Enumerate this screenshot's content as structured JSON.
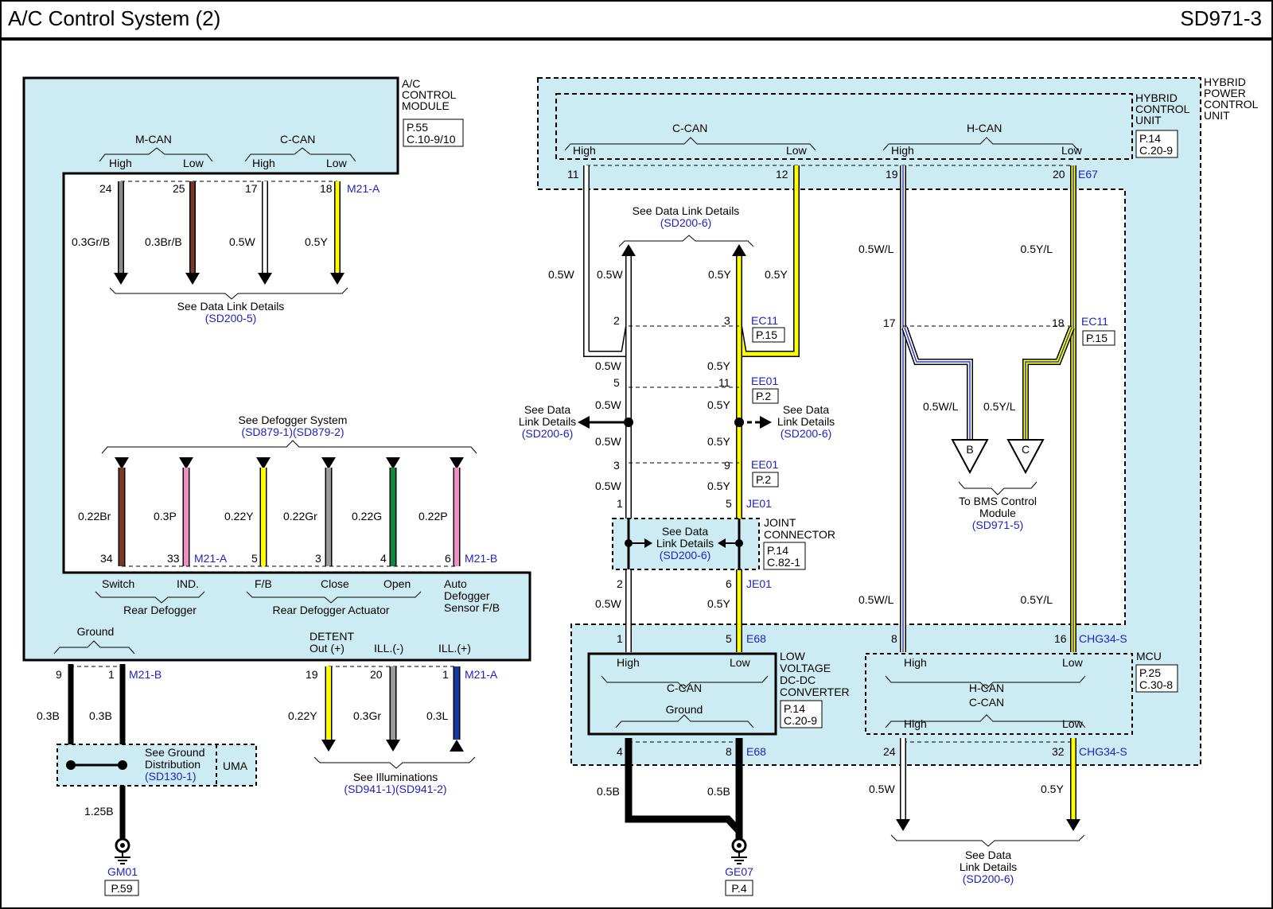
{
  "header": {
    "title": "A/C Control System (2)",
    "code": "SD971-3"
  },
  "modules": {
    "ac_control": {
      "name": [
        "A/C",
        "CONTROL",
        "MODULE"
      ],
      "ref": [
        "P.55",
        "C.10-9/10"
      ]
    },
    "hpcu": {
      "name": [
        "HYBRID",
        "POWER",
        "CONTROL",
        "UNIT"
      ]
    },
    "hcu": {
      "name": [
        "HYBRID",
        "CONTROL",
        "UNIT"
      ],
      "ref": [
        "P.14",
        "C.20-9"
      ]
    },
    "ldc": {
      "name": [
        "LOW",
        "VOLTAGE",
        "DC-DC",
        "CONVERTER"
      ],
      "ref": [
        "P.14",
        "C.20-9"
      ],
      "bus": "C-CAN",
      "ground": "Ground",
      "high": "High",
      "low": "Low"
    },
    "mcu": {
      "name": "MCU",
      "ref": [
        "P.25",
        "C.30-8"
      ],
      "bus1": "H-CAN",
      "bus2": "C-CAN",
      "high": "High",
      "low": "Low"
    },
    "joint": {
      "name": [
        "JOINT",
        "CONNECTOR"
      ],
      "ref": [
        "P.14",
        "C.82-1"
      ],
      "link": [
        "See Data",
        "Link Details",
        "(SD200-6)"
      ]
    }
  },
  "can_groups": {
    "mcan": "M-CAN",
    "ccan": "C-CAN",
    "hcan": "H-CAN",
    "high": "High",
    "low": "Low"
  },
  "ac_wires": {
    "connector": "M21-A",
    "pins": [
      "24",
      "25",
      "17",
      "18"
    ],
    "wires": [
      "0.3Gr/B",
      "0.3Br/B",
      "0.5W",
      "0.5Y"
    ],
    "link": [
      "See Data Link Details",
      "(SD200-5)"
    ]
  },
  "defogger": {
    "see": [
      "See Defogger System",
      "(SD879-1)(SD879-2)"
    ],
    "wires": [
      "0.22Br",
      "0.3P",
      "0.22Y",
      "0.22Gr",
      "0.22G",
      "0.22P"
    ],
    "pins": [
      "34",
      "33",
      "5",
      "3",
      "4",
      "6"
    ],
    "conn_a": "M21-A",
    "conn_b": "M21-B",
    "labels": [
      "Switch",
      "IND.",
      "F/B",
      "Close",
      "Open"
    ],
    "auto": [
      "Auto",
      "Defogger",
      "Sensor F/B"
    ],
    "group1": "Rear Defogger",
    "group2": "Rear Defogger Actuator"
  },
  "ground_section": {
    "label": "Ground",
    "pins": [
      "9",
      "1"
    ],
    "conn": "M21-B",
    "wires": [
      "0.3B",
      "0.3B"
    ],
    "dist": [
      "See Ground",
      "Distribution",
      "(SD130-1)"
    ],
    "uma": "UMA",
    "main_wire": "1.25B",
    "gnd_name": "GM01",
    "gnd_ref": "P.59"
  },
  "illumination": {
    "labels": [
      "DETENT",
      "Out (+)",
      "ILL.(-)",
      "ILL.(+)"
    ],
    "pins": [
      "19",
      "20",
      "1"
    ],
    "conn": "M21-A",
    "wires": [
      "0.22Y",
      "0.3Gr",
      "0.3L"
    ],
    "see": [
      "See Illuminations",
      "(SD941-1)(SD941-2)"
    ]
  },
  "hcu_pins": {
    "p11": "11",
    "p12": "12",
    "p19": "19",
    "p20": "20",
    "conn": "E67"
  },
  "center": {
    "top_link": [
      "See Data Link Details",
      "(SD200-6)"
    ],
    "wires_w": "0.5W",
    "wires_y": "0.5Y",
    "ec11": "EC11",
    "ec11_ref": "P.15",
    "pin2": "2",
    "pin3": "3",
    "ee01": "EE01",
    "ee01_ref": "P.2",
    "pin5": "5",
    "pin11": "11",
    "pin3b": "3",
    "pin9": "9",
    "pin1": "1",
    "pin5b": "5",
    "je01": "JE01",
    "pin2b": "2",
    "pin6": "6",
    "e68": "E68",
    "pin1c": "1",
    "pin5c": "5",
    "pin4": "4",
    "pin8": "8",
    "side_link": [
      "See Data",
      "Link Details",
      "(SD200-6)"
    ],
    "gnd_wire": "0.5B",
    "gnd_name": "GE07",
    "gnd_ref": "P.4"
  },
  "right": {
    "wire_wl": "0.5W/L",
    "wire_yl": "0.5Y/L",
    "pin17": "17",
    "pin18": "18",
    "ec11": "EC11",
    "ec11_ref": "P.15",
    "b": "B",
    "c": "C",
    "bms": [
      "To BMS Control",
      "Module",
      "(SD971-5)"
    ],
    "pin8": "8",
    "pin16": "16",
    "chg": "CHG34-S",
    "pin24": "24",
    "pin32": "32",
    "wire_w": "0.5W",
    "wire_y": "0.5Y",
    "bottom_link": [
      "See Data",
      "Link Details",
      "(SD200-6)"
    ]
  }
}
